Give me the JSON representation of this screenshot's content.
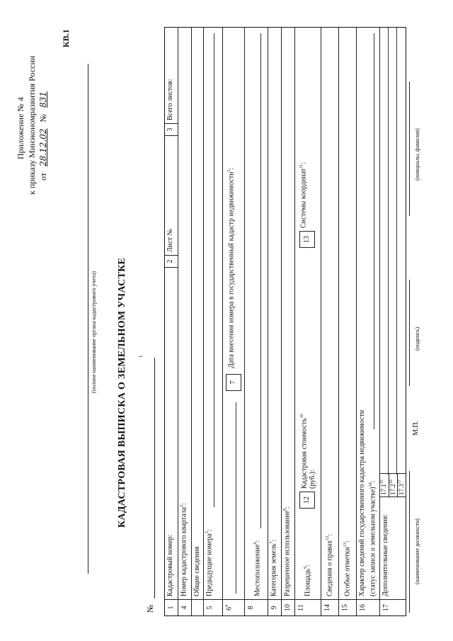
{
  "header": {
    "appendix": "Приложение № 4",
    "order_line": "к приказу Минэкономразвития России",
    "from_label": "от",
    "date_value": "28.12.02",
    "num_label": "№",
    "num_value": "831",
    "form_code": "КВ.1"
  },
  "organ_caption": "(полное наименование органа кадастрового учета)",
  "title": "КАДАСТРОВАЯ ВЫПИСКА О ЗЕМЕЛЬНОМ УЧАСТКЕ",
  "title_num_label": "№",
  "title_num_sup": "1",
  "rows": {
    "r1_num": "1",
    "r1_label": "Кадастровый номер:",
    "r2_num": "2",
    "r2_label": "Лист №",
    "r3_num": "3",
    "r3_label": "Всего листов:",
    "r4_num": "4",
    "r4_label": "Номер кадастрового квартала",
    "r4_sup": "2",
    "general": "Общие сведения",
    "r5_num": "5",
    "r5_label": "Предыдущие номера",
    "r5_sup": "3",
    "r6_num": "6",
    "r6_sup": "4",
    "r7_num": "7",
    "r7_label": "Дата внесения номера в государственный кадастр недвижимости",
    "r7_sup": "5",
    "r8_num": "8",
    "r8_label": "Местоположение",
    "r8_sup": "6",
    "r9_num": "9",
    "r9_label": "Категория земель",
    "r9_sup": "7",
    "r10_num": "10",
    "r10_label": "Разрешенное использование",
    "r10_sup": "8",
    "r11_num": "11",
    "r11_label": "Площадь",
    "r11_sup": "9",
    "r12_num": "12",
    "r12_label": "Кадастровая стоимость",
    "r12_label2": "(руб.):",
    "r12_sup": "10",
    "r13_num": "13",
    "r13_label": "Системы координат",
    "r13_sup": "11",
    "r14_num": "14",
    "r14_label": "Сведения о правах",
    "r14_sup": "12",
    "r15_num": "15",
    "r15_label": "Особые отметки",
    "r15_sup": "13",
    "r16_num": "16",
    "r16_label": "Характер сведений государственного кадастра недвижимости",
    "r16_label2": "(статус записи о земельном участке)",
    "r16_sup": "14",
    "r17_num": "17",
    "r17_label": "Дополнительные сведения:",
    "r17_1": "17.1",
    "r17_1_sup": "15",
    "r17_2": "17.2",
    "r17_2_sup": "16",
    "r17_3": "17.3",
    "r17_3_sup": "17"
  },
  "footer": {
    "position_caption": "(наименование должности)",
    "stamp": "М.П.",
    "signature_caption": "(подпись)",
    "name_caption": "(инициалы, фамилия)"
  }
}
